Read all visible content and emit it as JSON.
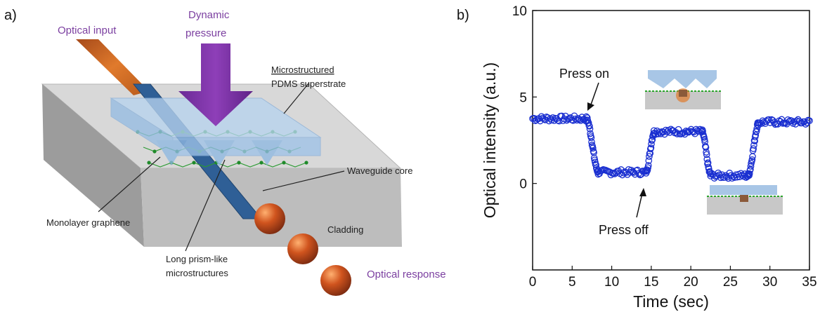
{
  "panel_a": {
    "tag": "a)",
    "labels": {
      "optical_input": "Optical input",
      "dynamic_pressure_line1": "Dynamic",
      "dynamic_pressure_line2": "pressure",
      "superstrate_line1": "Microstructured",
      "superstrate_line2": "PDMS superstrate",
      "waveguide_core": "Waveguide core",
      "monolayer_graphene": "Monolayer graphene",
      "cladding": "Cladding",
      "prism_line1": "Long prism-like",
      "prism_line2": "microstructures",
      "optical_response": "Optical response"
    },
    "colors": {
      "purple_text": "#7b3fa0",
      "pressure_arrow": "#7a2fa3",
      "waveguide": "#2f5f96",
      "graphene": "#1f8a2a",
      "cladding_top": "#d6d6d6",
      "superstrate": "#a9c8ea",
      "sphere": "#c8461c"
    }
  },
  "panel_b": {
    "tag": "b)",
    "annotations": {
      "press_on": "Press on",
      "press_off": "Press off"
    },
    "colors": {
      "marker": "#1a2fd0",
      "inset_top": "#a8c6e6",
      "inset_base": "#c8c8c8",
      "inset_dots": "#2aa52a",
      "inset_core": "#e07a2c"
    }
  },
  "chart_data": {
    "type": "scatter",
    "title": "",
    "xlabel": "Time (sec)",
    "ylabel": "Optical intensity (a.u.)",
    "xlim": [
      0,
      35
    ],
    "ylim": [
      -5,
      10
    ],
    "x_ticks": [
      0,
      5,
      10,
      15,
      20,
      25,
      30,
      35
    ],
    "y_ticks": [
      0,
      5,
      10
    ],
    "grid": false,
    "marker": "open-circle",
    "segments": [
      {
        "x_start": 0.0,
        "x_end": 6.8,
        "y": 3.75
      },
      {
        "x_start": 6.8,
        "x_end": 8.3,
        "y_from": 3.75,
        "y_to": 0.7
      },
      {
        "x_start": 8.3,
        "x_end": 14.3,
        "y": 0.65
      },
      {
        "x_start": 14.3,
        "x_end": 15.4,
        "y_from": 0.65,
        "y_to": 3.0
      },
      {
        "x_start": 15.4,
        "x_end": 21.4,
        "y": 3.0
      },
      {
        "x_start": 21.4,
        "x_end": 22.5,
        "y_from": 3.0,
        "y_to": 0.55
      },
      {
        "x_start": 22.5,
        "x_end": 27.2,
        "y": 0.45
      },
      {
        "x_start": 27.2,
        "x_end": 28.6,
        "y_from": 0.45,
        "y_to": 3.5
      },
      {
        "x_start": 28.6,
        "x_end": 35.0,
        "y": 3.55
      }
    ]
  }
}
